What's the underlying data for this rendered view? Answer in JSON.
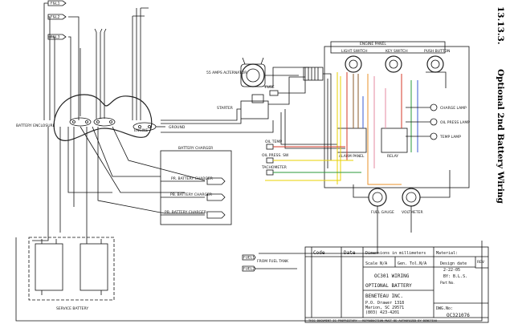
{
  "section": {
    "number": "13.13.3.",
    "title": "Optional 2nd Battery Wiring"
  },
  "labels": {
    "battery_enclosure": "BATTERY ENCLOSURE",
    "alternator": "55 AMPS ALTERNATOR",
    "starter": "STARTER",
    "fuse": "FUSE",
    "engine": "ENGINE",
    "ground": "GROUND",
    "battery_charger": "BATTERY CHARGER",
    "pr_battery_charger": "PR. BATTERY CHARGER",
    "pb_battery_charger": "PB. BATTERY CHARGER",
    "pb_battery_charger2": "PB. BATTERY CHARGER",
    "service_battery": "SERVICE BATTERY",
    "engine_panel": "ENGINE PANEL",
    "oil_temp": "OIL TEMP",
    "oil_press": "OIL PRESS. SW",
    "tachometer": "TACHOMETER",
    "fuel_gauge": "FUEL GAUGE",
    "voltmeter": "VOLTMETER",
    "from_fuel_tank": "FROM FUEL TANK",
    "light_switch": "LIGHT SWITCH",
    "key_switch": "KEY SWITCH",
    "push_button": "PUSH BUTTON",
    "lamp1": "CHARGE LAMP",
    "lamp2": "OIL PRESS LAMP",
    "lamp3": "TEMP LAMP",
    "connector_top1": "F&L1",
    "connector_top2": "F&L2",
    "connector_top3": "F&L3",
    "plug1": "F&L1",
    "plug2": "F&L2",
    "plug3": "F&L3",
    "module_a": "ALARM PANEL",
    "module_b": "RELAY",
    "fuel_code1": "FUEL1",
    "fuel_code2": "FUEL2"
  },
  "title_block": {
    "code_label": "Code",
    "date_label": "Date",
    "dimensions": "Dimensions in millimeters",
    "material_label": "Material:",
    "scale": "Scale N/A",
    "gen_tol": "Gen. Tol.N/A",
    "design_date_label": "Design date",
    "design_date": "2-22-05",
    "by": "BY: B.L.S.",
    "part_no": "Part No.",
    "title_line1": "OC301 WIRING",
    "title_line2": "OPTIONAL BATTERY",
    "company": "BENETEAU INC.",
    "address1": "P.O. Drawer 1318",
    "address2": "Marion, SC 29571",
    "phone": "(803) 423-4201",
    "rev_label": "REV",
    "dwg_label": "DWG.No:",
    "dwg_no": "OC321076",
    "footer": "THIS DOCUMENT IS PROPRIETARY - REPRODUCTION MUST BE AUTHORIZED BY BENETEAU"
  },
  "colors": {
    "yellow_wire": "#e8d200",
    "red_wire": "#d43a2a",
    "orange_wire": "#e8902a",
    "pink_wire": "#e68aa0",
    "green_wire": "#2a9a3a",
    "blue_wire": "#3a5ad0",
    "brown_wire": "#8a5a2a"
  }
}
